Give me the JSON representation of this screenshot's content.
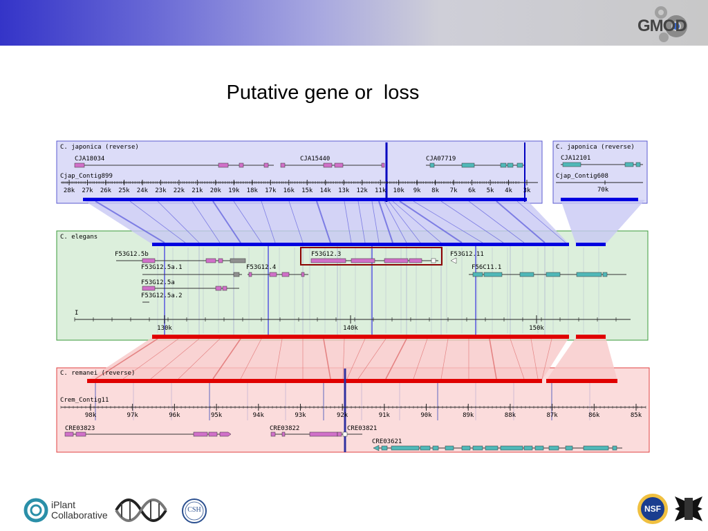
{
  "slide": {
    "title": "Putative gene or  loss",
    "logo_text": "GMOD",
    "footer": {
      "iplant_line1": "iPlant",
      "iplant_line2": "Collaborative",
      "csh": "CSH",
      "nsf": "NSF"
    }
  },
  "figure": {
    "colors": {
      "blue": "#0000e0",
      "red": "#e00000",
      "blue_panel": "#dcdcf8",
      "green_panel": "#dcefdc",
      "red_panel": "#fbdcdc",
      "gene_pink": "#d070c8",
      "gene_cyan": "#50b8b8",
      "gene_grey": "#909090"
    },
    "top_left": {
      "label": "C. japonica (reverse)",
      "contig": "Cjap_Contig899",
      "genes": [
        "CJA18034",
        "CJA15440",
        "CJA07719"
      ],
      "ticks": [
        "28k",
        "27k",
        "26k",
        "25k",
        "24k",
        "23k",
        "22k",
        "21k",
        "20k",
        "19k",
        "18k",
        "17k",
        "16k",
        "15k",
        "14k",
        "13k",
        "12k",
        "11k",
        "10k",
        "9k",
        "8k",
        "7k",
        "6k",
        "5k",
        "4k",
        "3k"
      ]
    },
    "top_right": {
      "label": "C. japonica (reverse)",
      "contig": "Cjap_Contig608",
      "genes": [
        "CJA12101"
      ],
      "ticks": [
        "70k"
      ]
    },
    "middle": {
      "label": "C. elegans",
      "genes": [
        "F53G12.5b",
        "F53G12.5a.1",
        "F53G12.4",
        "F53G12.5a",
        "F53G12.5a.2",
        "F53G12.3",
        "F53G12.11",
        "F56C11.1"
      ],
      "marker": "I",
      "ticks": [
        "130k",
        "140k",
        "150k"
      ]
    },
    "bottom": {
      "label": "C. remanei (reverse)",
      "contig": "Crem_Contig11",
      "genes": [
        "CRE03823",
        "CRE03822",
        "CRE03821",
        "CRE03621"
      ],
      "ticks": [
        "98k",
        "97k",
        "96k",
        "95k",
        "94k",
        "93k",
        "92k",
        "91k",
        "90k",
        "89k",
        "88k",
        "87k",
        "86k",
        "85k"
      ]
    }
  }
}
